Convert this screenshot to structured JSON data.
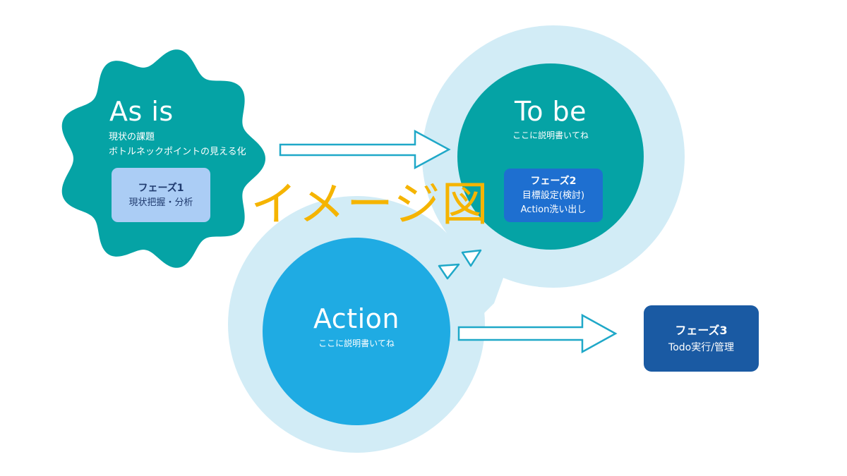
{
  "colors": {
    "teal": "#05a3a5",
    "light_halo": "#d2ecf6",
    "action_blue": "#1fabe3",
    "phase1_fill": "#abcdf5",
    "phase2_fill": "#1e6fd0",
    "phase3_fill": "#1a5aa3",
    "arrow_stroke": "#1fa8c8",
    "label_yellow": "#f5b400"
  },
  "as_is": {
    "title": "As is",
    "desc_line1": "現状の課題",
    "desc_line2": "ボトルネックポイントの見える化",
    "phase_title": "フェーズ1",
    "phase_desc": "現状把握・分析"
  },
  "to_be": {
    "title": "To be",
    "desc": "ここに説明書いてね",
    "phase_title": "フェーズ2",
    "phase_line1": "目標設定(検討)",
    "phase_line2": "Action洗い出し"
  },
  "action": {
    "title": "Action",
    "desc": "ここに説明書いてね"
  },
  "phase3": {
    "title": "フェーズ3",
    "desc": "Todo実行/管理"
  },
  "overlay_label": "イメージ図"
}
